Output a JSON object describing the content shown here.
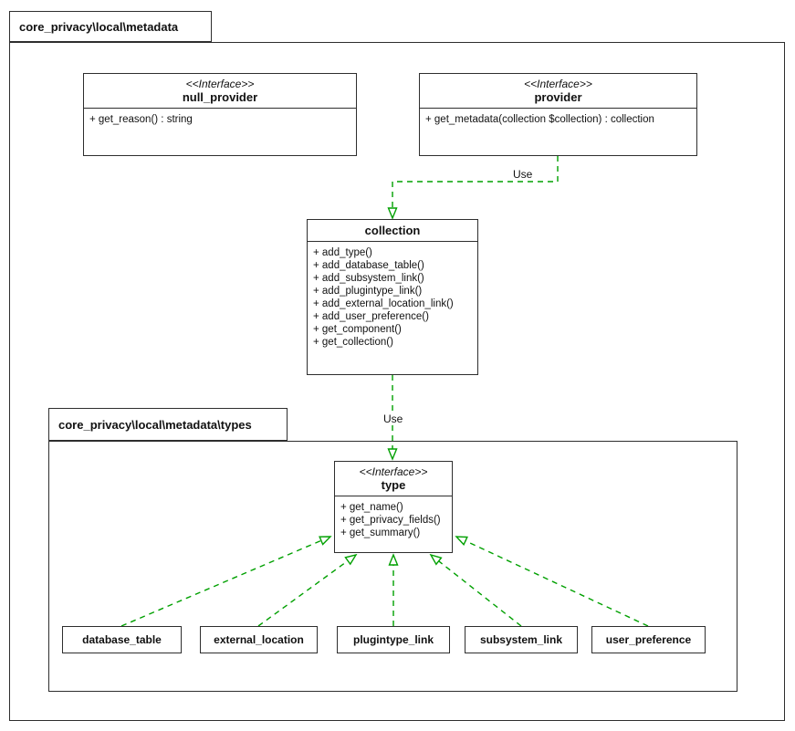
{
  "packages": {
    "outer": {
      "label": "core_privacy\\local\\metadata"
    },
    "inner": {
      "label": "core_privacy\\local\\metadata\\types"
    }
  },
  "classes": {
    "null_provider": {
      "stereotype": "<<Interface>>",
      "name": "null_provider",
      "members": [
        "+ get_reason() : string"
      ]
    },
    "provider": {
      "stereotype": "<<Interface>>",
      "name": "provider",
      "members": [
        "+ get_metadata(collection $collection) : collection"
      ]
    },
    "collection": {
      "name": "collection",
      "members": [
        "+ add_type()",
        "+ add_database_table()",
        "+ add_subsystem_link()",
        "+ add_plugintype_link()",
        "+ add_external_location_link()",
        "+ add_user_preference()",
        "+ get_component()",
        "+ get_collection()"
      ]
    },
    "type": {
      "stereotype": "<<Interface>>",
      "name": "type",
      "members": [
        "+ get_name()",
        "+ get_privacy_fields()",
        "+ get_summary()"
      ]
    },
    "leaves": [
      {
        "name": "database_table"
      },
      {
        "name": "external_location"
      },
      {
        "name": "plugintype_link"
      },
      {
        "name": "subsystem_link"
      },
      {
        "name": "user_preference"
      }
    ]
  },
  "edges": {
    "provider_to_collection_label": "Use",
    "collection_to_type_label": "Use"
  },
  "colors": {
    "edge_green": "#00a000",
    "border_dark": "#2e2e2e",
    "background": "#ffffff"
  }
}
